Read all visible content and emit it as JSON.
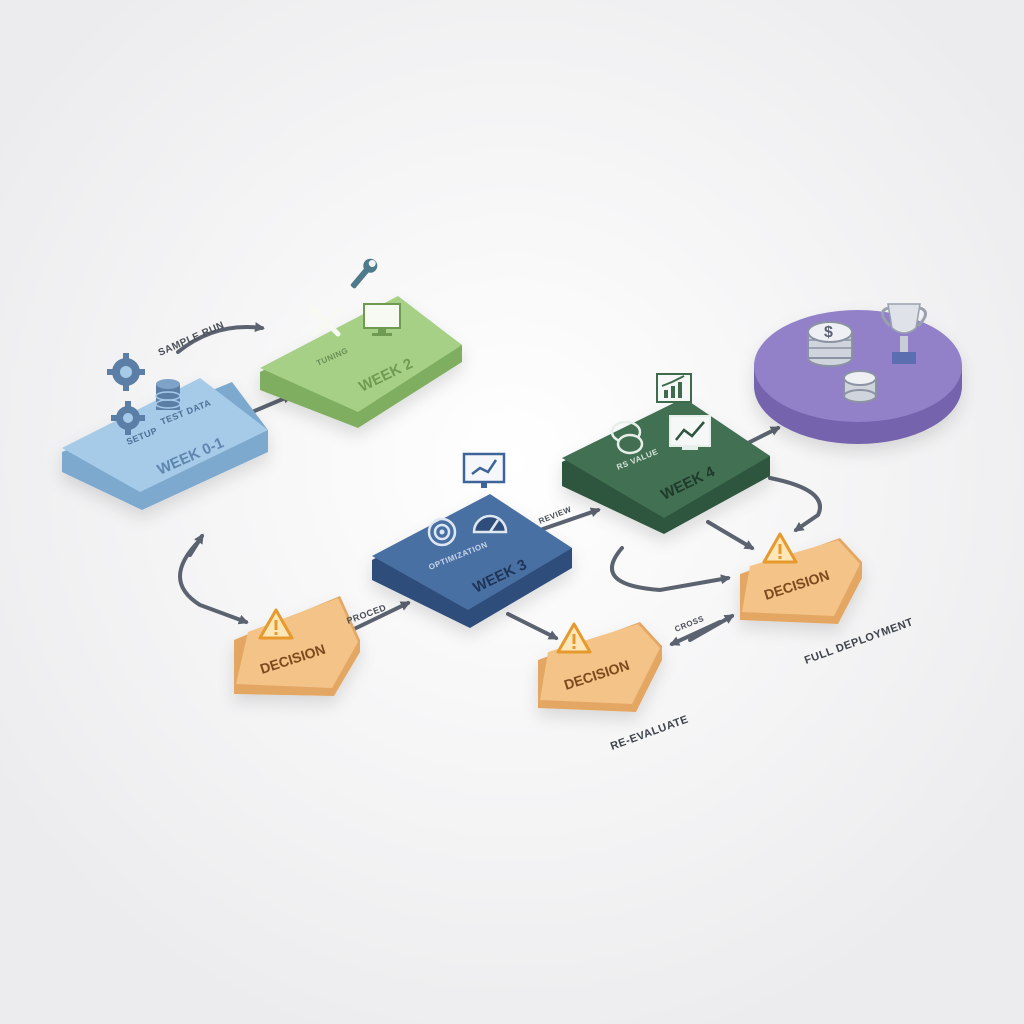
{
  "colors": {
    "background": "#f4f4f5",
    "week01": "#9cc3e4",
    "week2": "#9fc97e",
    "week3": "#3f6598",
    "week4": "#3e6a4e",
    "decision": "#f2c07e",
    "goal": "#8e7cc3",
    "arrow": "#5c6370",
    "warning": "#f0a030"
  },
  "stages": {
    "week01": {
      "title": "WEEK 0-1",
      "sub1": "SETUP",
      "sub2": "TEST DATA",
      "icons": [
        "gear-icon",
        "database-icon"
      ]
    },
    "week2": {
      "title": "WEEK 2",
      "sub1": "TUNING",
      "icons": [
        "wrench-icon",
        "tools-icon",
        "monitor-icon"
      ]
    },
    "week3": {
      "title": "WEEK 3",
      "sub1": "OPTIMIZATION",
      "icons": [
        "target-icon",
        "gauge-icon",
        "chart-monitor-icon"
      ]
    },
    "week4": {
      "title": "WEEK 4",
      "sub1": "RS VALUE",
      "icons": [
        "coins-icon",
        "chart-monitor-icon",
        "growth-chart-icon"
      ]
    },
    "goal": {
      "icons": [
        "dollar-coins-icon",
        "trophy-icon"
      ]
    }
  },
  "decisions": {
    "d1": {
      "label": "DECISION"
    },
    "d2": {
      "label": "DECISION"
    },
    "d3": {
      "label": "DECISION"
    }
  },
  "edge_labels": {
    "sample_run": "SAMPLE RUN",
    "proceed": "PROCED",
    "review": "REVIEW",
    "cross": "CROSS",
    "re_evaluate": "RE-EVALUATE",
    "full_deployment": "FULL DEPLOYMENT"
  }
}
